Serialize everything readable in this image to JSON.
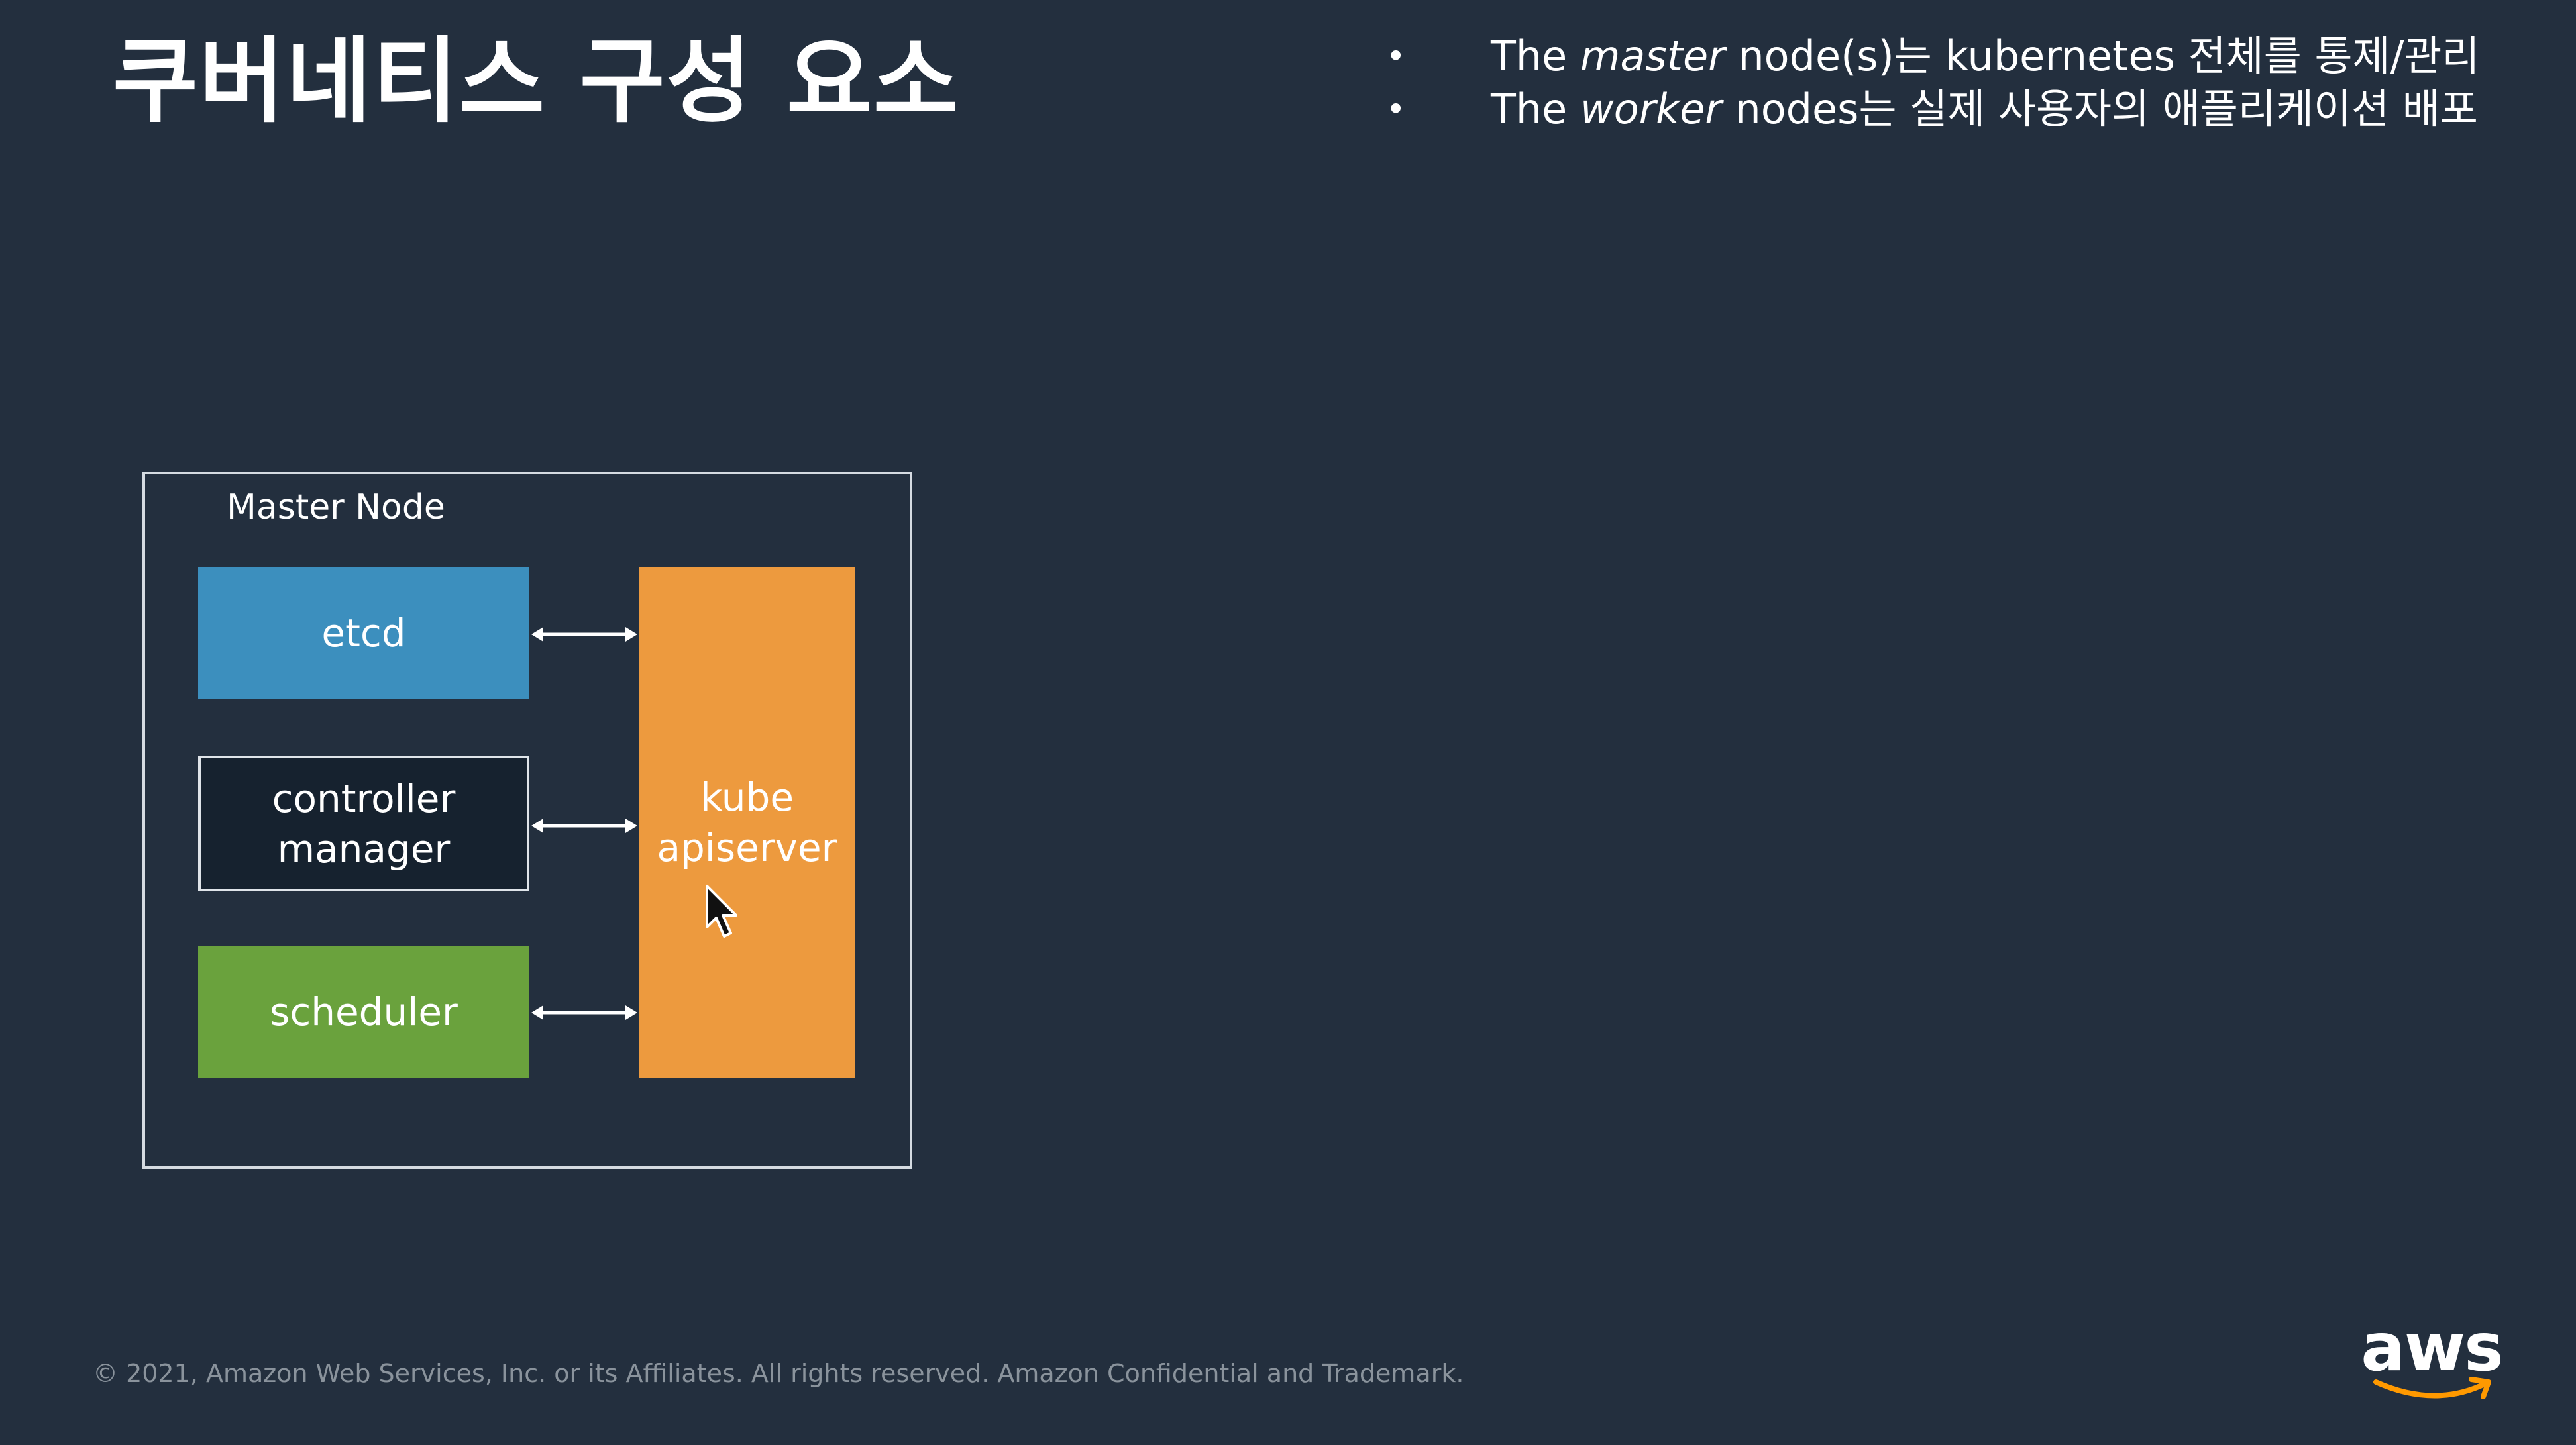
{
  "slide": {
    "title": "쿠버네티스 구성 요소"
  },
  "bullets": [
    {
      "before": "The ",
      "emphasis": "master",
      "after": " node(s)는 kubernetes 전체를 통제/관리"
    },
    {
      "before": "The ",
      "emphasis": "worker",
      "after": " nodes는 실제 사용자의 애플리케이션 배포"
    }
  ],
  "diagram": {
    "container_label": "Master Node",
    "components": {
      "etcd": "etcd",
      "controller_manager": "controller\nmanager",
      "scheduler": "scheduler",
      "apiserver": "kube\napiserver"
    }
  },
  "footer": {
    "copyright": "© 2021, Amazon Web Services, Inc. or its Affiliates. All rights reserved. Amazon Confidential and Trademark."
  },
  "logo": {
    "text": "aws"
  },
  "colors": {
    "background": "#232f3e",
    "etcd": "#3c8fbe",
    "controller_manager": "#16222f",
    "scheduler": "#6aa23d",
    "apiserver": "#ed9a3e",
    "aws_smile": "#ff9900"
  }
}
